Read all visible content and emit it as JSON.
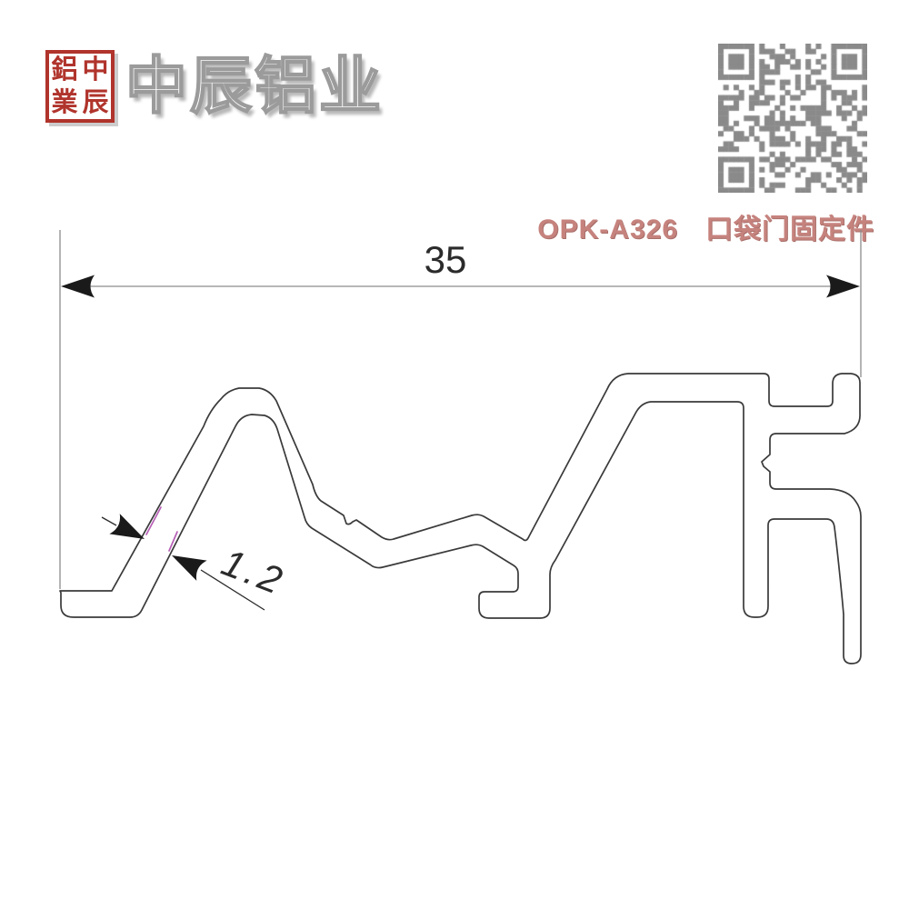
{
  "header": {
    "company_name": "中辰铝业",
    "seal": {
      "tl": "鋁",
      "tr": "中",
      "bl": "業",
      "br": "辰",
      "color": "#b0342c"
    }
  },
  "qr": {
    "color": "#8a8a8a",
    "modules": 29
  },
  "product": {
    "code": "OPK-A326",
    "name": "口袋门固定件",
    "color": "#c6837e"
  },
  "drawing": {
    "width_dim": "35",
    "thickness_dim": "1.2",
    "outline_color": "#3a3a3a",
    "dim_color": "#8c8c8c",
    "arrow_color": "#1a1a1a",
    "highlight_color": "#b65fb6"
  }
}
